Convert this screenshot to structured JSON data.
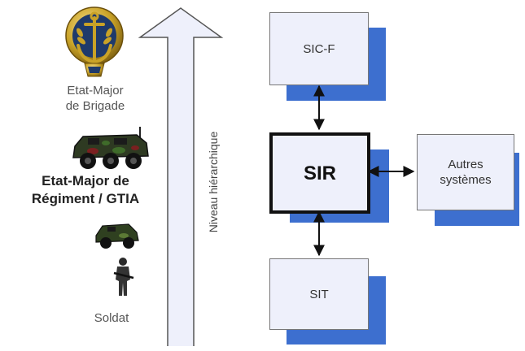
{
  "hierarchy": {
    "arrow_label": "Niveau hiérarchique",
    "levels": [
      {
        "label_line1": "Etat-Major",
        "label_line2": "de Brigade",
        "icon": "brigade-insignia-icon"
      },
      {
        "label_line1": "Etat-Major de",
        "label_line2": "Régiment / GTIA",
        "icon": "armored-vehicle-icon"
      },
      {
        "label": "",
        "icon": "light-vehicle-icon"
      },
      {
        "label": "Soldat",
        "icon": "soldier-icon"
      }
    ]
  },
  "systems": {
    "top": "SIC-F",
    "center": "SIR",
    "right_line1": "Autres",
    "right_line2": "systèmes",
    "bottom": "SIT"
  },
  "colors": {
    "box_fill": "#eef0fb",
    "box_shadow": "#3d6fcf",
    "arrow_fill": "#eef0fb",
    "insignia_gold": "#c9a227",
    "insignia_blue": "#1f3a6b"
  }
}
